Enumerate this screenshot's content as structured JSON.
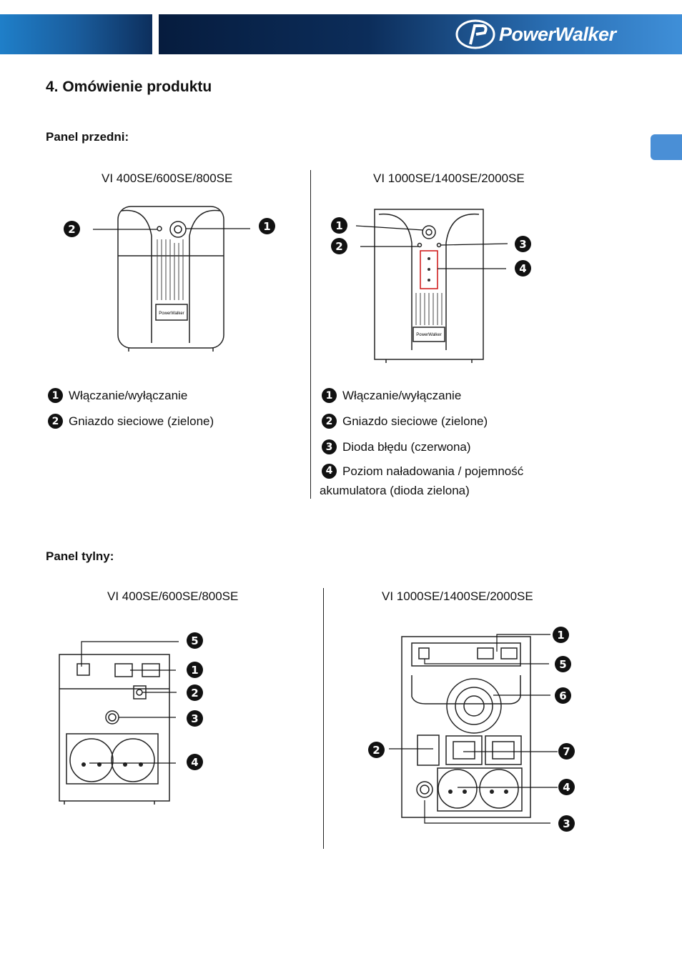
{
  "header": {
    "brand": "PowerWalker"
  },
  "section_title": "4. Omówienie produktu",
  "front_panel": {
    "heading": "Panel przedni:",
    "small": {
      "model": "VI 400SE/600SE/800SE",
      "items": [
        {
          "num": "1",
          "text": "Włączanie/wyłączanie"
        },
        {
          "num": "2",
          "text": "Gniazdo sieciowe (zielone)"
        }
      ]
    },
    "large": {
      "model": "VI 1000SE/1400SE/2000SE",
      "items": [
        {
          "num": "1",
          "text": "Włączanie/wyłączanie"
        },
        {
          "num": "2",
          "text": "Gniazdo sieciowe (zielone)"
        },
        {
          "num": "3",
          "text": "Dioda błędu (czerwona)"
        },
        {
          "num": "4",
          "text": "Poziom naładowania / pojemność",
          "text2": "akumulatora (dioda zielona)"
        }
      ]
    },
    "device_label": "PowerWalker"
  },
  "rear_panel": {
    "heading": "Panel tylny:",
    "small": {
      "model": "VI 400SE/600SE/800SE"
    },
    "large": {
      "model": "VI 1000SE/1400SE/2000SE"
    }
  },
  "callouts": {
    "front_small": [
      "2",
      "1"
    ],
    "front_large": [
      "1",
      "2",
      "3",
      "4"
    ],
    "rear_small": [
      "5",
      "1",
      "2",
      "3",
      "4"
    ],
    "rear_large": [
      "1",
      "5",
      "6",
      "2",
      "7",
      "4",
      "3"
    ]
  },
  "colors": {
    "accent": "#4a8fd6",
    "error_led_box": "#d02020"
  }
}
